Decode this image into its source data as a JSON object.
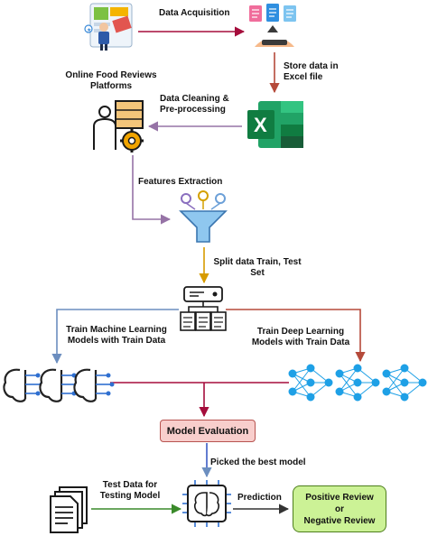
{
  "diagram": {
    "labels": {
      "data_acquisition": "Data Acquisition",
      "online_food_reviews": "Online Food Reviews\nPlatforms",
      "store_data": "Store data in\nExcel file",
      "data_cleaning": "Data Cleaning &\nPre-processing",
      "features_extraction": "Features Extraction",
      "split_data": "Split data Train, Test\nSet",
      "train_ml": "Train Machine Learning\nModels with Train Data",
      "train_dl": "Train Deep Learning\nModels with Train Data",
      "picked_best": "Picked the best model",
      "test_data": "Test Data for\nTesting Model",
      "prediction": "Prediction"
    },
    "boxes": {
      "model_evaluation": "Model Evaluation",
      "result": "Positive Review\nor\nNegative Review"
    },
    "colors": {
      "crimson_arrow": "#a50d3c",
      "brown_arrow": "#b54a3a",
      "purple_arrow": "#9673a6",
      "orange_arrow": "#d79b00",
      "blue_arrow": "#6c8ebf",
      "green_arrow": "#3a8a2a",
      "dark_arrow": "#333333",
      "excel_green": "#1d6f42",
      "network_blue": "#1ea0e6",
      "eval_fill": "#f8cecc",
      "result_fill": "#ccf296"
    },
    "icons": [
      "review-platform-icon",
      "file-upload-icon",
      "excel-icon",
      "worker-gear-icon",
      "funnel-icon",
      "data-split-icon",
      "brain-circuit-icon",
      "neural-network-icon",
      "documents-icon",
      "ai-chip-icon"
    ]
  }
}
